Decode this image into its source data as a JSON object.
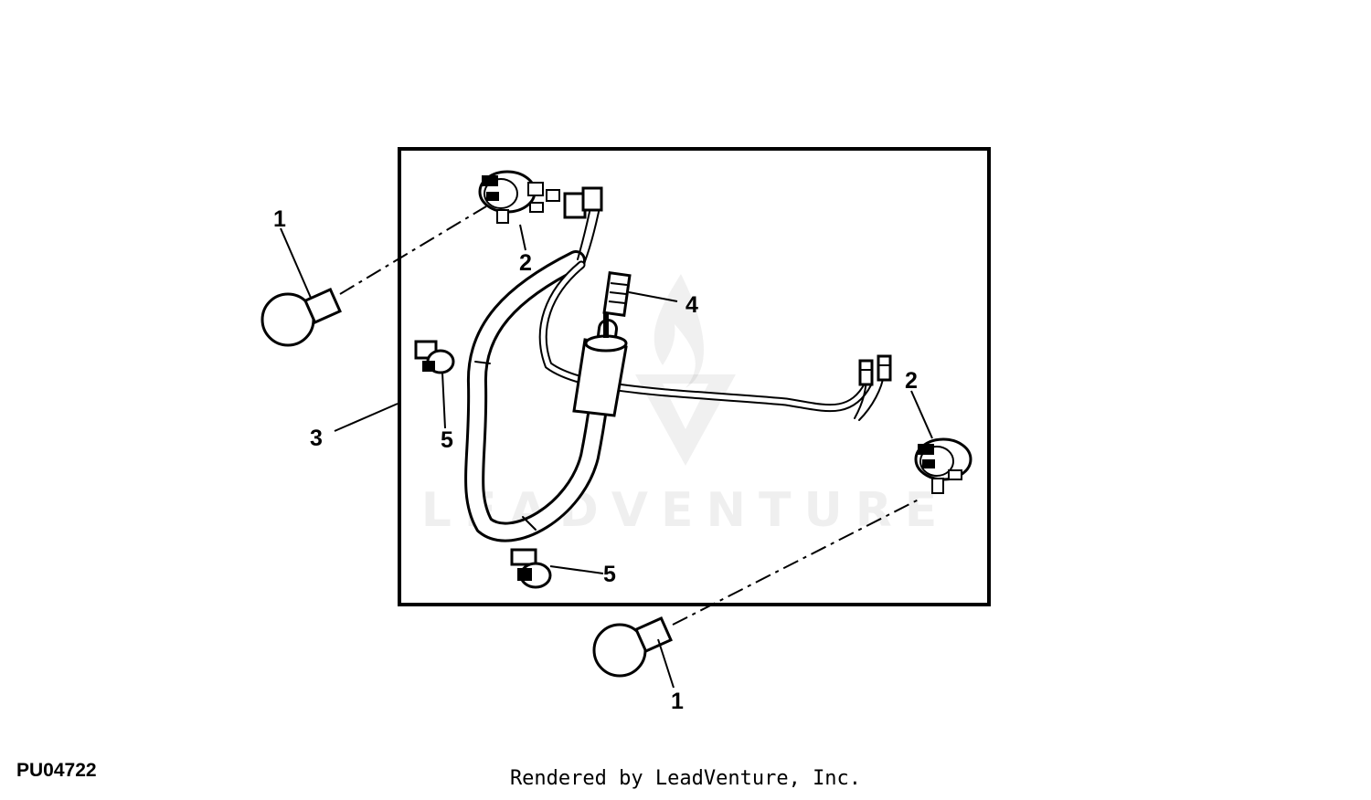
{
  "figure_id": "PU04722",
  "render_credit": "Rendered by LeadVenture, Inc.",
  "watermark": "LEADVENTURE",
  "callouts": {
    "bulb_top": "1",
    "socket_top": "2",
    "harness_box": "3",
    "connector": "4",
    "socket_right": "2",
    "clip_left": "5",
    "clip_bottom": "5",
    "bulb_bottom": "1"
  },
  "colors": {
    "line": "#000000",
    "background": "#ffffff"
  }
}
